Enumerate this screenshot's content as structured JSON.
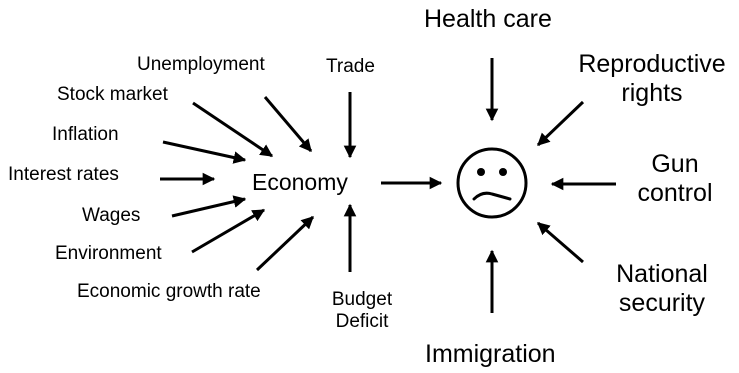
{
  "economy_factors": {
    "unemployment": "Unemployment",
    "trade": "Trade",
    "stock_market": "Stock market",
    "inflation": "Inflation",
    "interest_rates": "Interest rates",
    "wages": "Wages",
    "environment": "Environment",
    "economic_growth_rate": "Economic growth rate",
    "budget_line1": "Budget",
    "budget_line2": "Deficit"
  },
  "economy": "Economy",
  "other_factors": {
    "health_care": "Health care",
    "reproductive_line1": "Reproductive",
    "reproductive_line2": "rights",
    "gun_line1": "Gun",
    "gun_line2": "control",
    "national_line1": "National",
    "national_line2": "security",
    "immigration": "Immigration"
  },
  "center_icon": "sad-face-icon",
  "colors": {
    "ink": "#000000",
    "background": "#ffffff"
  }
}
